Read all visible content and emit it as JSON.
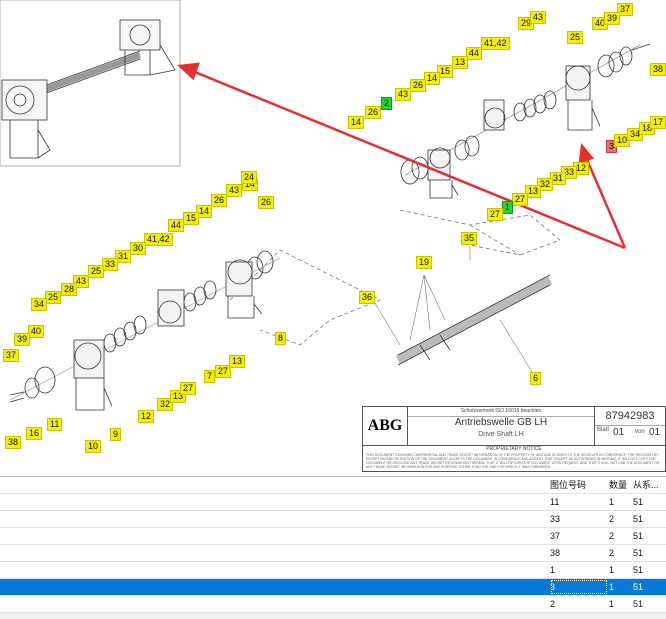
{
  "drawing": {
    "title_block": {
      "logo": "ABG",
      "small_header": "Schutzvermerk ISO 16016 beachten",
      "title": "Antriebswelle GB LH",
      "subtitle": "Drive Shaft LH",
      "drawing_number": "87942983",
      "sheet_label": "Blatt",
      "sheet_number": "01",
      "of_label": "von",
      "sheet_total": "01",
      "notice_header": "PROPRIETARY NOTICE",
      "notice_text": "THIS DOCUMENT CONTAINS CONFIDENTIAL AND TRADE SECRET INFORMATION, IS THE PROPERTY OF ABG AND IS GIVEN TO THE RECEIVER IN CONFIDENCE. THE RECEIVER BY RECEPTION AND RETENTION OF THE DOCUMENT ACCEPTS THE DOCUMENT IN CONFIDENCE AND AGREES THAT, EXCEPT AS AUTHORIZED IN WRITING, IT WILL NOT COPY THE DOCUMENT OR DISCLOSE ANY TRADE SECRET INFORMATION THEREIN, THAT IT WILL RETURN THE DOCUMENT UPON REQUEST, AND THAT IT WILL NOT USE THE DOCUMENT OR ANY TRADE SECRET INFORMATION FOR ANY PURPOSE OTHER THAN THE ONE FOR WHICH IT WAS FURNISHED."
    },
    "callouts": [
      {
        "text": "37"
      },
      {
        "text": "40"
      },
      {
        "text": "39"
      },
      {
        "text": "38"
      },
      {
        "text": "25"
      },
      {
        "text": "29"
      },
      {
        "text": "43"
      },
      {
        "text": "41,42"
      },
      {
        "text": "44"
      },
      {
        "text": "13"
      },
      {
        "text": "15"
      },
      {
        "text": "14"
      },
      {
        "text": "26"
      },
      {
        "text": "43"
      },
      {
        "text": "2"
      },
      {
        "text": "14"
      },
      {
        "text": "26"
      },
      {
        "text": "3"
      },
      {
        "text": "10"
      },
      {
        "text": "34"
      },
      {
        "text": "18"
      },
      {
        "text": "17"
      },
      {
        "text": "12"
      },
      {
        "text": "33"
      },
      {
        "text": "31"
      },
      {
        "text": "32"
      },
      {
        "text": "13"
      },
      {
        "text": "27"
      },
      {
        "text": "1"
      },
      {
        "text": "27"
      },
      {
        "text": "35"
      },
      {
        "text": "19"
      },
      {
        "text": "36"
      },
      {
        "text": "6"
      },
      {
        "text": "26"
      },
      {
        "text": "14"
      },
      {
        "text": "24"
      },
      {
        "text": "43"
      },
      {
        "text": "26"
      },
      {
        "text": "14"
      },
      {
        "text": "15"
      },
      {
        "text": "44"
      },
      {
        "text": "41,42"
      },
      {
        "text": "30"
      },
      {
        "text": "31"
      },
      {
        "text": "33"
      },
      {
        "text": "25"
      },
      {
        "text": "43"
      },
      {
        "text": "28"
      },
      {
        "text": "25"
      },
      {
        "text": "34"
      },
      {
        "text": "40"
      },
      {
        "text": "39"
      },
      {
        "text": "37"
      },
      {
        "text": "38"
      },
      {
        "text": "16"
      },
      {
        "text": "11"
      },
      {
        "text": "10"
      },
      {
        "text": "9"
      },
      {
        "text": "12"
      },
      {
        "text": "32"
      },
      {
        "text": "13"
      },
      {
        "text": "27"
      },
      {
        "text": "7"
      },
      {
        "text": "27"
      },
      {
        "text": "13"
      },
      {
        "text": "8"
      }
    ]
  },
  "grid": {
    "columns": [
      "图位号码",
      "数量",
      "从系..."
    ],
    "rows": [
      {
        "pos": "11",
        "qty": "1",
        "from": "51",
        "selected": false
      },
      {
        "pos": "33",
        "qty": "2",
        "from": "51",
        "selected": false
      },
      {
        "pos": "37",
        "qty": "2",
        "from": "51",
        "selected": false
      },
      {
        "pos": "38",
        "qty": "2",
        "from": "51",
        "selected": false
      },
      {
        "pos": "1",
        "qty": "1",
        "from": "51",
        "selected": false
      },
      {
        "pos": "3",
        "qty": "1",
        "from": "51",
        "selected": true
      },
      {
        "pos": "2",
        "qty": "1",
        "from": "51",
        "selected": false
      }
    ]
  },
  "colors": {
    "callout_yellow": "#f4f000",
    "callout_green": "#22d63a",
    "callout_red": "#f07070",
    "arrow_red": "#e53030",
    "selection_blue": "#0a78d7"
  }
}
